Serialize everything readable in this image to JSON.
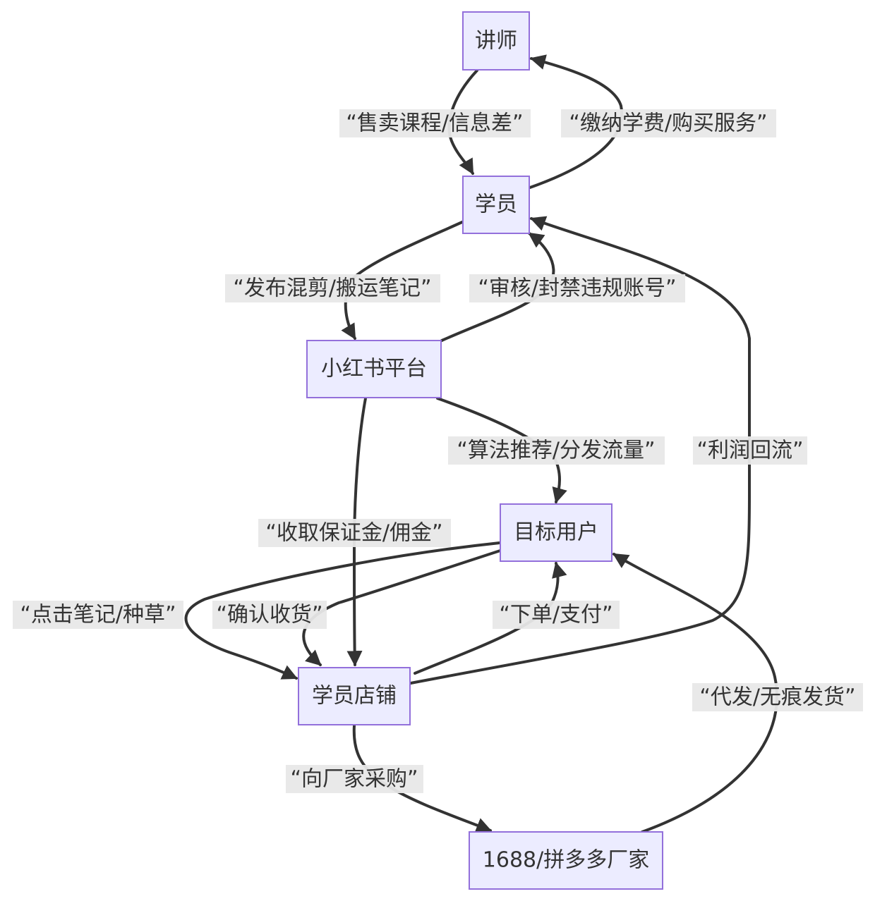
{
  "nodes": {
    "lecturer": "讲师",
    "student": "学员",
    "xhs": "小红书平台",
    "user": "目标用户",
    "shop": "学员店铺",
    "factory": "1688/拼多多厂家"
  },
  "edges": {
    "sell_course": "“售卖课程/信息差”",
    "pay_fee": "“缴纳学费/购买服务”",
    "post_notes": "“发布混剪/搬运笔记”",
    "review_ban": "“审核/封禁违规账号”",
    "algo_traffic": "“算法推荐/分发流量”",
    "deposit_commission": "“收取保证金/佣金”",
    "profit_back": "“利润回流”",
    "click_seed": "“点击笔记/种草”",
    "confirm_receipt": "“确认收货”",
    "order_pay": "“下单/支付”",
    "dropship": "“代发/无痕发货”",
    "purchase": "“向厂家采购”"
  }
}
